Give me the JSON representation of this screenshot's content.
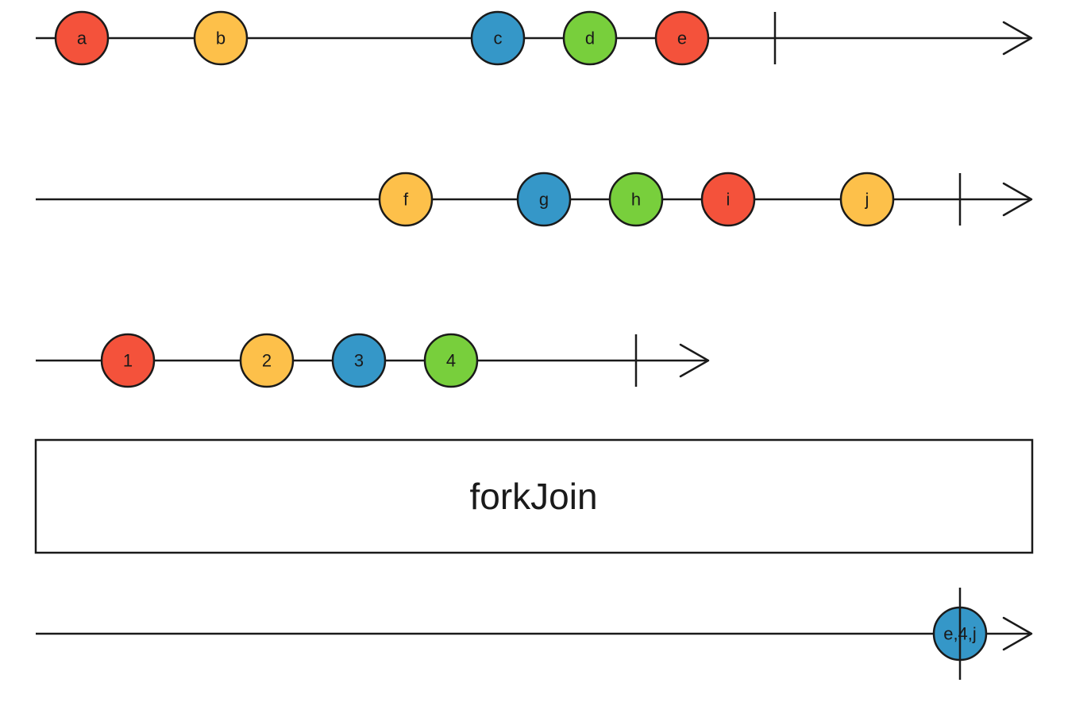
{
  "colors": {
    "red": "#f4523b",
    "yellow": "#fdc04a",
    "blue": "#3597c8",
    "green": "#78cf3c",
    "stroke": "#1a1a1a"
  },
  "operator": {
    "label": "forkJoin"
  },
  "input_streams": [
    {
      "marbles": [
        {
          "label": "a",
          "color": "red"
        },
        {
          "label": "b",
          "color": "yellow"
        },
        {
          "label": "c",
          "color": "blue"
        },
        {
          "label": "d",
          "color": "green"
        },
        {
          "label": "e",
          "color": "red"
        }
      ]
    },
    {
      "marbles": [
        {
          "label": "f",
          "color": "yellow"
        },
        {
          "label": "g",
          "color": "blue"
        },
        {
          "label": "h",
          "color": "green"
        },
        {
          "label": "i",
          "color": "red"
        },
        {
          "label": "j",
          "color": "yellow"
        }
      ]
    },
    {
      "marbles": [
        {
          "label": "1",
          "color": "red"
        },
        {
          "label": "2",
          "color": "yellow"
        },
        {
          "label": "3",
          "color": "blue"
        },
        {
          "label": "4",
          "color": "green"
        }
      ]
    }
  ],
  "output_stream": {
    "marbles": [
      {
        "label": "e,4,j",
        "color": "blue"
      }
    ]
  }
}
